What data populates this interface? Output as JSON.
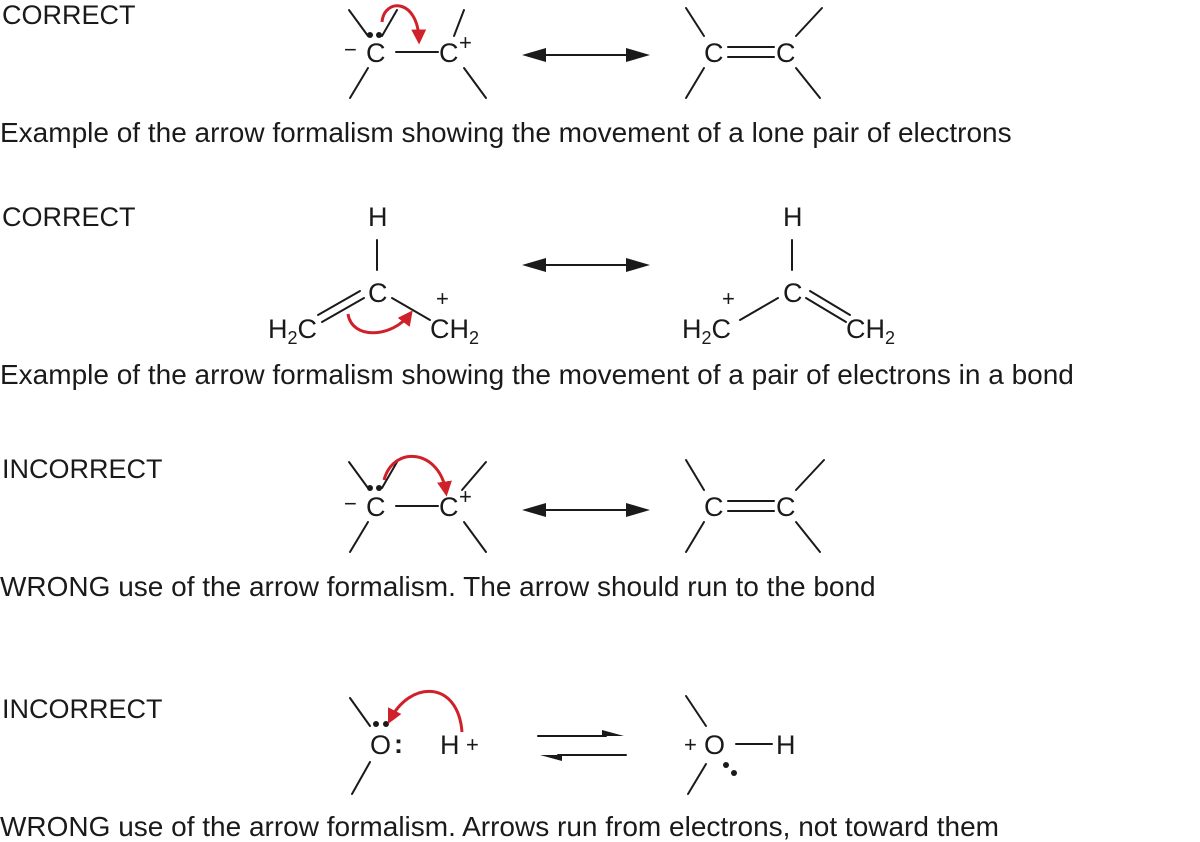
{
  "sections": [
    {
      "label": "CORRECT",
      "caption": "Example of the arrow formalism showing the movement of a lone pair of electrons",
      "left": {
        "c1": "C",
        "c2": "C",
        "minus": "−",
        "plus": "+"
      },
      "right": {
        "c1": "C",
        "c2": "C"
      }
    },
    {
      "label": "CORRECT",
      "caption": "Example of the arrow formalism showing the movement of a pair of electrons in a bond",
      "left": {
        "h": "H",
        "c": "C",
        "ch2_left": "H",
        "ch2_left_sub": "2",
        "ch2_left_c": "C",
        "ch2_right": "CH",
        "ch2_right_sub": "2",
        "plus": "+"
      },
      "right": {
        "h": "H",
        "c": "C",
        "ch2_left": "H",
        "ch2_left_sub": "2",
        "ch2_left_c": "C",
        "ch2_right": "CH",
        "ch2_right_sub": "2",
        "plus": "+"
      }
    },
    {
      "label": "INCORRECT",
      "caption": "WRONG use of the arrow formalism. The arrow should run to the bond",
      "left": {
        "c1": "C",
        "c2": "C",
        "minus": "−",
        "plus": "+"
      },
      "right": {
        "c1": "C",
        "c2": "C"
      }
    },
    {
      "label": "INCORRECT",
      "caption": "WRONG use of the arrow formalism. Arrows run from electrons, not toward them",
      "left": {
        "o": "O",
        "colon": ":",
        "h": "H",
        "plus": "+"
      },
      "right": {
        "plus": "+",
        "o": "O",
        "h": "H"
      }
    }
  ],
  "colors": {
    "curved_arrow": "#d0202a",
    "ink": "#1a1a1a"
  }
}
